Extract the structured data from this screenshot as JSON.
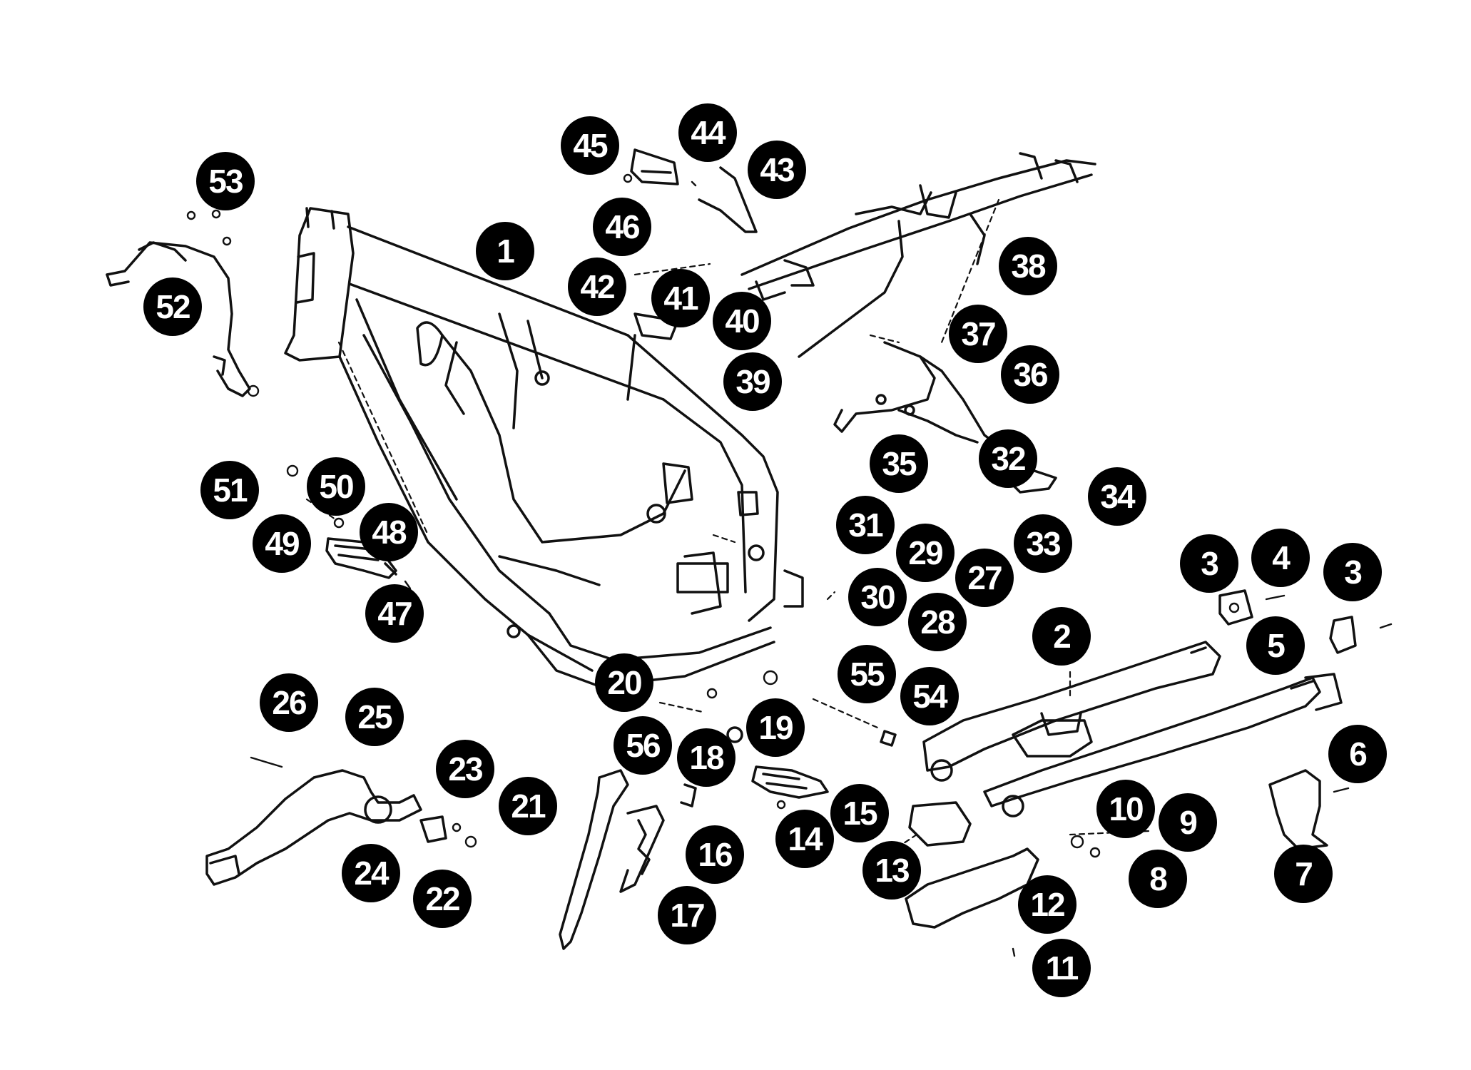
{
  "callouts": [
    {
      "label": "1",
      "cx": 0,
      "cy": 0
    },
    {
      "label": "2"
    },
    {
      "label": "3"
    },
    {
      "label": "3"
    },
    {
      "label": "4"
    },
    {
      "label": "5"
    },
    {
      "label": "6"
    },
    {
      "label": "7"
    },
    {
      "label": "8"
    },
    {
      "label": "9"
    },
    {
      "label": "10"
    },
    {
      "label": "11"
    },
    {
      "label": "12"
    },
    {
      "label": "13"
    },
    {
      "label": "14"
    },
    {
      "label": "15"
    },
    {
      "label": "16"
    },
    {
      "label": "17"
    },
    {
      "label": "18"
    },
    {
      "label": "19"
    },
    {
      "label": "20"
    },
    {
      "label": "21"
    },
    {
      "label": "22"
    },
    {
      "label": "23"
    },
    {
      "label": "24"
    },
    {
      "label": "25"
    },
    {
      "label": "26"
    },
    {
      "label": "27"
    },
    {
      "label": "28"
    },
    {
      "label": "29"
    },
    {
      "label": "30"
    },
    {
      "label": "31"
    },
    {
      "label": "32"
    },
    {
      "label": "33"
    },
    {
      "label": "34"
    },
    {
      "label": "35"
    },
    {
      "label": "36"
    },
    {
      "label": "37"
    },
    {
      "label": "38"
    },
    {
      "label": "39"
    },
    {
      "label": "40"
    },
    {
      "label": "41"
    },
    {
      "label": "42"
    },
    {
      "label": "43"
    },
    {
      "label": "44"
    },
    {
      "label": "45"
    },
    {
      "label": "46"
    },
    {
      "label": "47"
    },
    {
      "label": "48"
    },
    {
      "label": "49"
    },
    {
      "label": "50"
    },
    {
      "label": "51"
    },
    {
      "label": "52"
    },
    {
      "label": "53"
    },
    {
      "label": "54"
    },
    {
      "label": "55"
    },
    {
      "label": "56"
    }
  ]
}
